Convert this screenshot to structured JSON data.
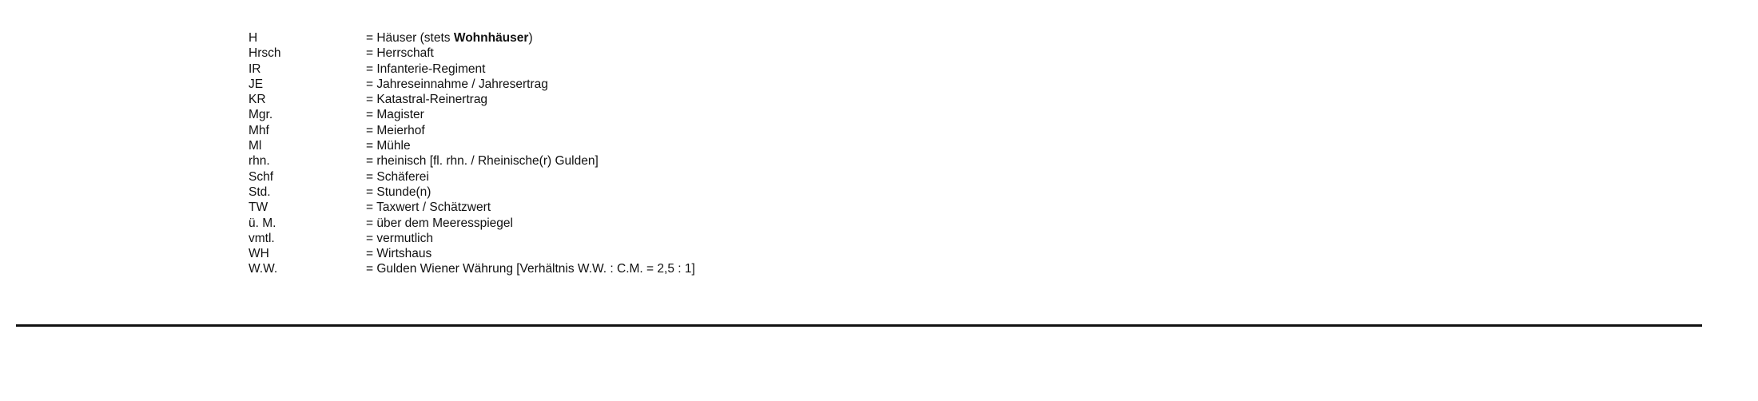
{
  "abbreviations": [
    {
      "abbr": "H",
      "def_prefix": "= Häuser (stets ",
      "def_bold": "Wohnhäuser",
      "def_suffix": ")"
    },
    {
      "abbr": "Hrsch",
      "def": "= Herrschaft"
    },
    {
      "abbr": "IR",
      "def": "= Infanterie-Regiment"
    },
    {
      "abbr": "JE",
      "def": "= Jahreseinnahme / Jahresertrag"
    },
    {
      "abbr": "KR",
      "def": "= Katastral-Reinertrag"
    },
    {
      "abbr": "Mgr.",
      "def": "= Magister"
    },
    {
      "abbr": "Mhf",
      "def": "= Meierhof"
    },
    {
      "abbr": "Ml",
      "def": "= Mühle"
    },
    {
      "abbr": "rhn.",
      "def": "= rheinisch [fl. rhn. / Rheinische(r) Gulden]"
    },
    {
      "abbr": "Schf",
      "def": "= Schäferei"
    },
    {
      "abbr": "Std.",
      "def": "= Stunde(n)"
    },
    {
      "abbr": "TW",
      "def": "= Taxwert / Schätzwert"
    },
    {
      "abbr": "ü. M.",
      "def": "= über dem Meeresspiegel"
    },
    {
      "abbr": "vmtl.",
      "def": "= vermutlich"
    },
    {
      "abbr": "WH",
      "def": "= Wirtshaus"
    },
    {
      "abbr": "W.W.",
      "def": "= Gulden Wiener Währung [Verhältnis W.W. : C.M. = 2,5 : 1]"
    }
  ]
}
